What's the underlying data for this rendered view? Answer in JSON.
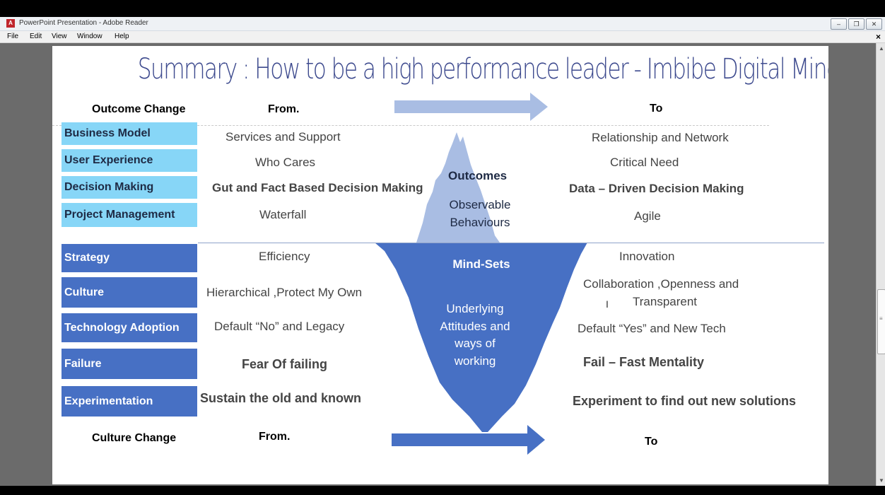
{
  "window": {
    "title": "PowerPoint Presentation - Adobe Reader",
    "app_icon": "pdf-icon",
    "buttons": [
      "▭",
      "🗗",
      "☒"
    ]
  },
  "menu": {
    "file": "File",
    "edit": "Edit",
    "view": "View",
    "window": "Window",
    "help": "Help",
    "close": "×"
  },
  "slide": {
    "title": "Summary : How to be a high performance leader - Imbibe Digital Mindset",
    "outcome_header": "Outcome Change",
    "from_top": "From.",
    "to_top": "To",
    "culture_header": "Culture Change",
    "from_bottom": "From.",
    "to_bottom": "To",
    "colors": {
      "light_label": "#87d6f7",
      "dark_label": "#4770c4",
      "iceberg_top": "#a9bde3",
      "iceberg_bottom": "#4770c4",
      "arrow_top": "#a9bde3",
      "arrow_bottom": "#4770c4"
    },
    "outcome_rows": [
      {
        "label": "Business Model",
        "from": "Services and Support",
        "to": "Relationship and Network"
      },
      {
        "label": "User Experience",
        "from": "Who Cares",
        "to": "Critical Need"
      },
      {
        "label": "Decision Making",
        "from": "Gut and Fact Based Decision Making",
        "to": "Data – Driven Decision Making"
      },
      {
        "label": "Project Management",
        "from": "Waterfall",
        "to": "Agile"
      }
    ],
    "culture_rows": [
      {
        "label": "Strategy",
        "from": "Efficiency",
        "to": "Innovation"
      },
      {
        "label": "Culture",
        "from": "Hierarchical ,Protect My Own",
        "to": "Collaboration ,Openness and",
        "to2": "Transparent"
      },
      {
        "label": "Technology Adoption",
        "from": "Default “No” and Legacy",
        "to": "Default “Yes” and  New Tech"
      },
      {
        "label": "Failure",
        "from": "Fear Of failing",
        "to": "Fail – Fast Mentality"
      },
      {
        "label": "Experimentation",
        "from": "Sustain the old and known",
        "to": "Experiment to find out new solutions"
      }
    ],
    "iceberg": {
      "outcomes": "Outcomes",
      "observable_1": "Observable",
      "observable_2": "Behaviours",
      "mindsets": "Mind-Sets",
      "underlying_1": "Underlying",
      "underlying_2": "Attitudes and",
      "underlying_3": "ways of",
      "underlying_4": "working"
    }
  }
}
